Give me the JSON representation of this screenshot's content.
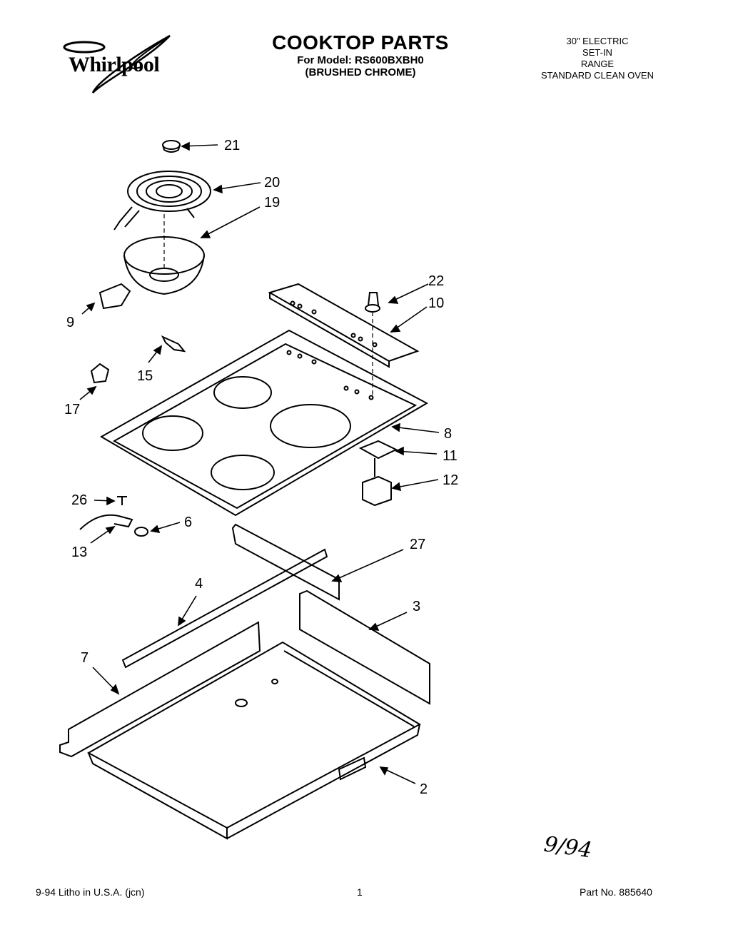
{
  "header": {
    "brand": "Whirlpool",
    "title": "COOKTOP PARTS",
    "model_line": "For Model: RS600BXBH0",
    "finish": "(BRUSHED CHROME)",
    "spec_lines": [
      "30\" ELECTRIC",
      "SET-IN",
      "RANGE",
      "STANDARD CLEAN OVEN"
    ]
  },
  "callouts": [
    {
      "id": "21",
      "label": "21"
    },
    {
      "id": "20",
      "label": "20"
    },
    {
      "id": "19",
      "label": "19"
    },
    {
      "id": "22",
      "label": "22"
    },
    {
      "id": "10",
      "label": "10"
    },
    {
      "id": "9",
      "label": "9"
    },
    {
      "id": "15",
      "label": "15"
    },
    {
      "id": "17",
      "label": "17"
    },
    {
      "id": "8",
      "label": "8"
    },
    {
      "id": "11",
      "label": "11"
    },
    {
      "id": "12",
      "label": "12"
    },
    {
      "id": "26",
      "label": "26"
    },
    {
      "id": "6",
      "label": "6"
    },
    {
      "id": "13",
      "label": "13"
    },
    {
      "id": "27",
      "label": "27"
    },
    {
      "id": "4",
      "label": "4"
    },
    {
      "id": "3",
      "label": "3"
    },
    {
      "id": "7",
      "label": "7"
    },
    {
      "id": "2",
      "label": "2"
    }
  ],
  "handwritten_note": "9/94",
  "footer": {
    "left": "9-94  Litho in U.S.A. (jcn)",
    "center": "1",
    "right": "Part No. 885640"
  }
}
